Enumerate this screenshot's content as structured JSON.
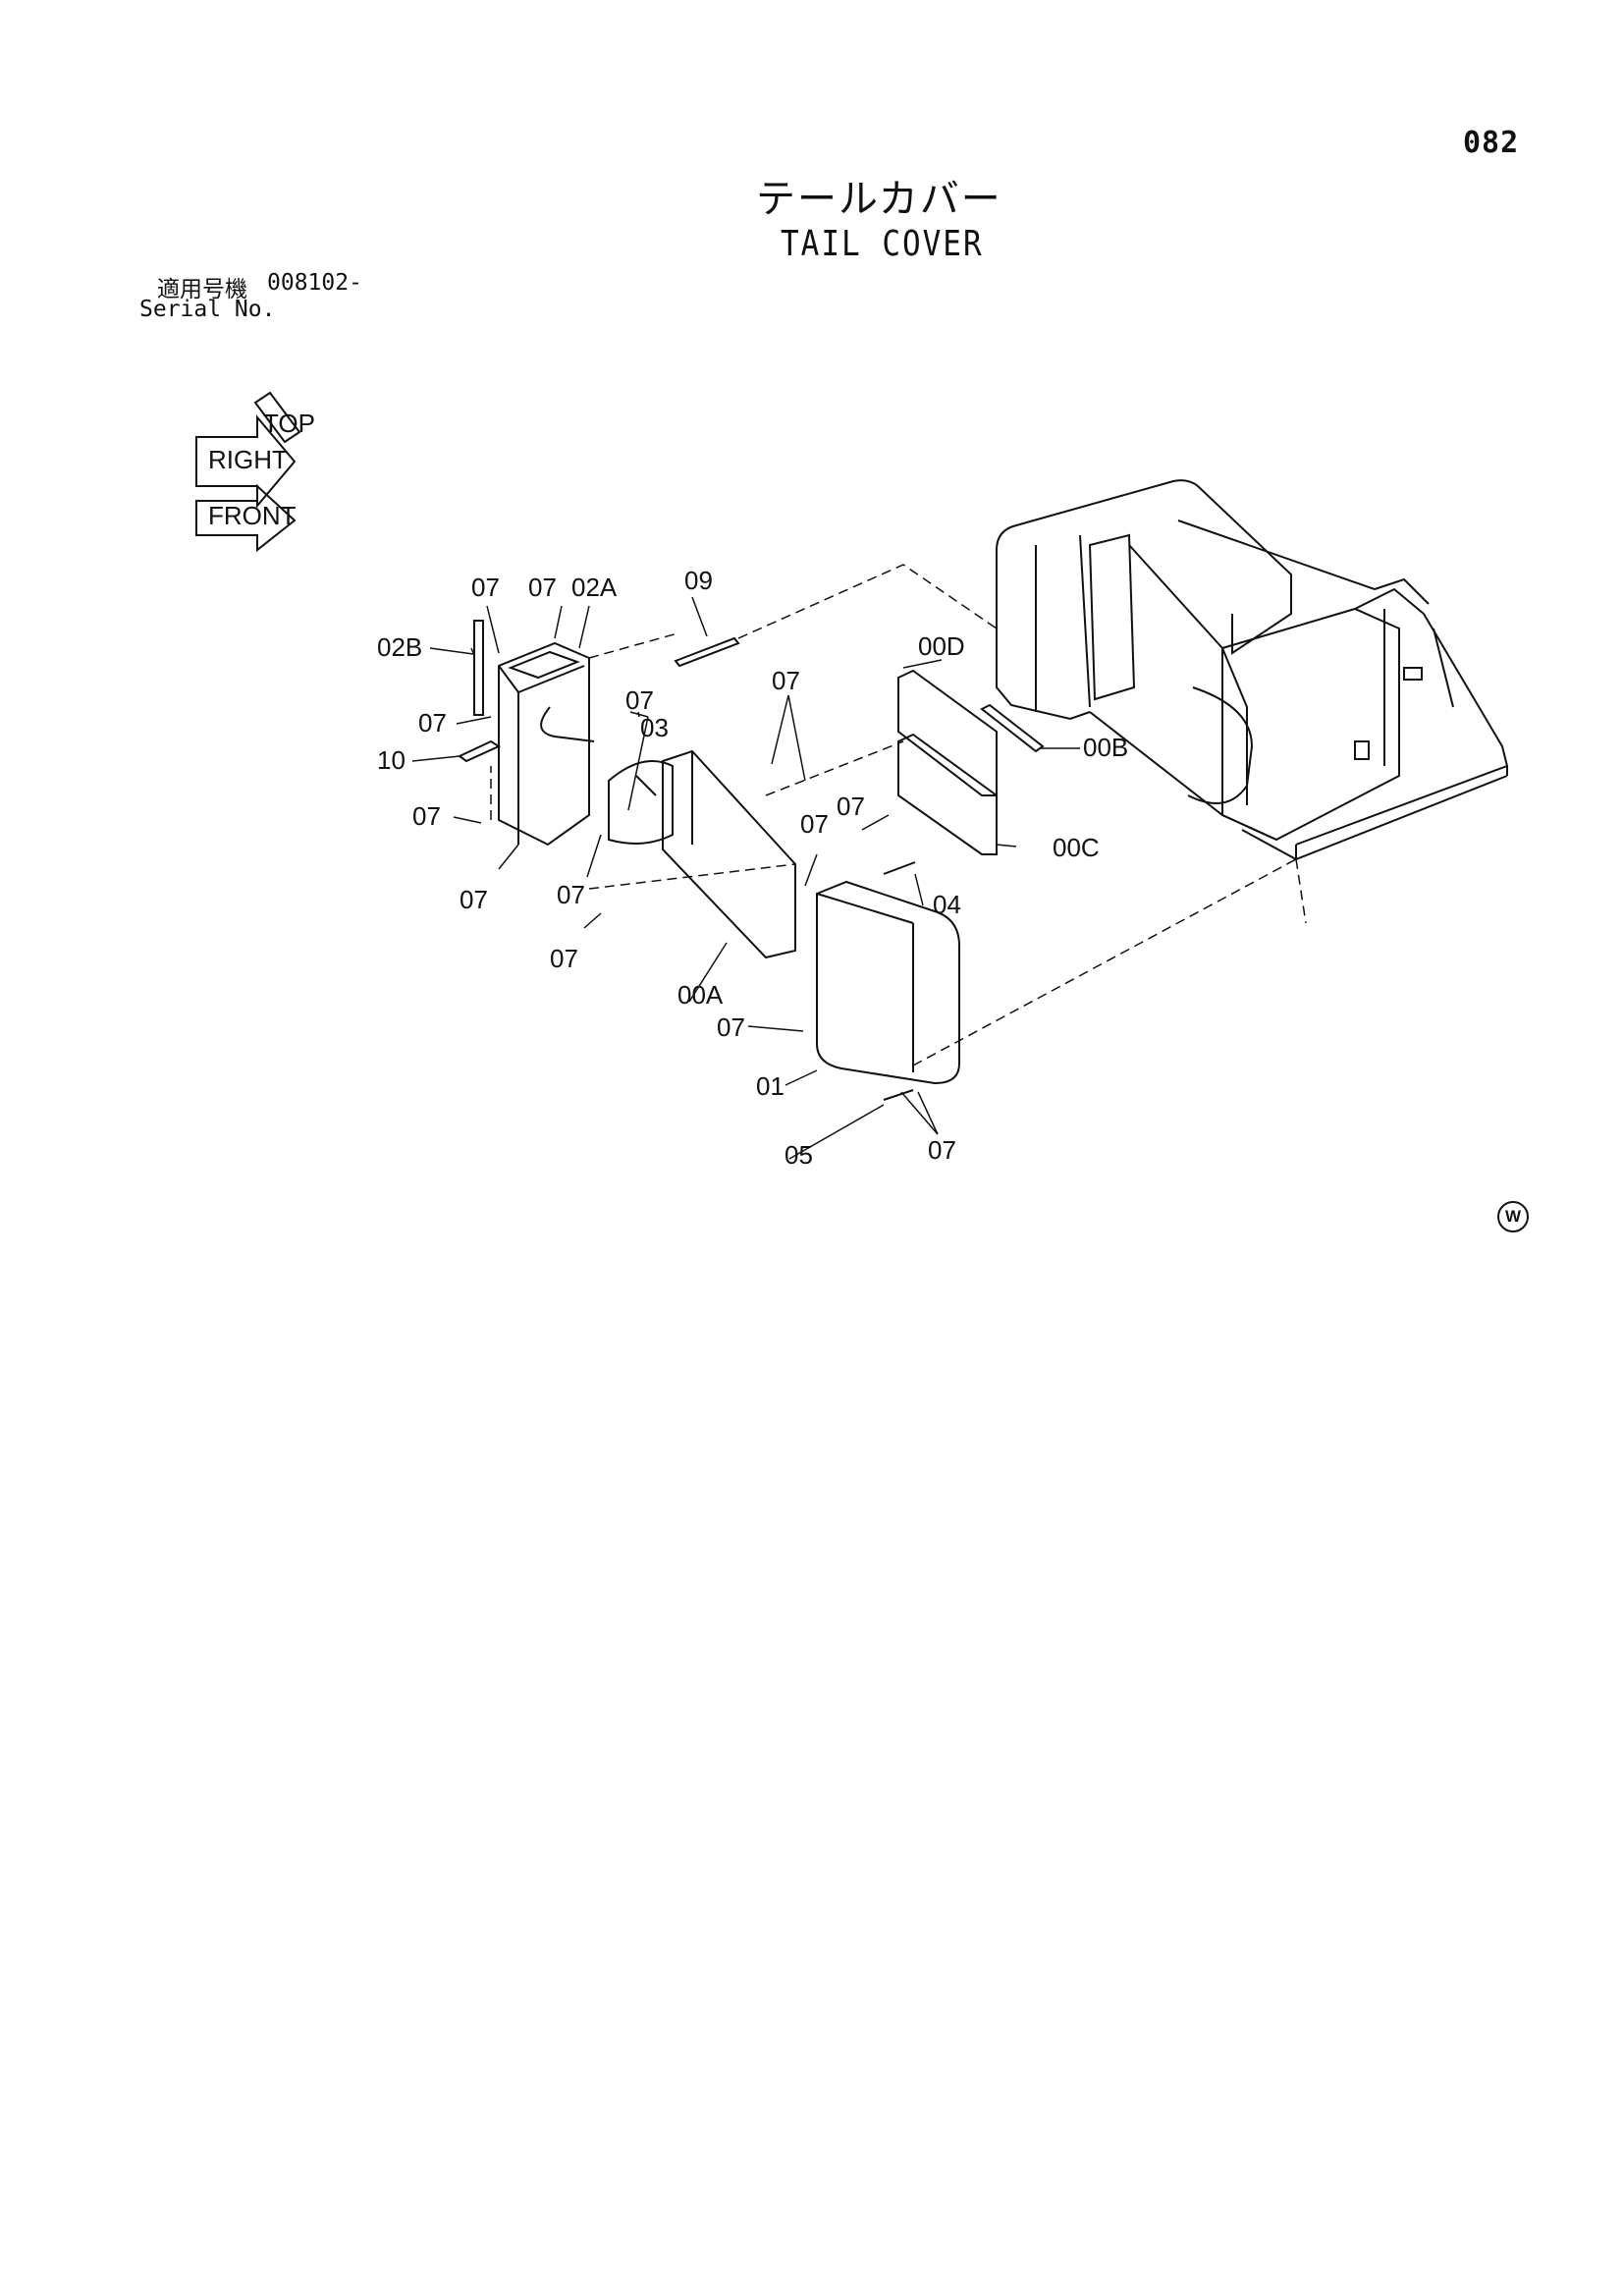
{
  "page_number": "082",
  "title_jp": "テールカバー",
  "title_en": "TAIL COVER",
  "serial": {
    "label_jp": "適用号機",
    "value": "008102-",
    "label_en": "Serial No."
  },
  "orientation_marks": [
    "RIGHT",
    "TOP",
    "FRONT"
  ],
  "watermark": "W",
  "callouts": {
    "c07_a": "07",
    "c07_b": "07",
    "c02A": "02A",
    "c09": "09",
    "c02B": "02B",
    "c07_c": "07",
    "c07_d": "07",
    "c03": "03",
    "c10": "10",
    "c07_e": "07",
    "c07_f": "07",
    "c07_g": "07",
    "c07_h": "07",
    "c07_i": "07",
    "c00D": "00D",
    "c00B": "00B",
    "c00C": "00C",
    "c07_j": "07",
    "c07_k": "07",
    "c04": "04",
    "c00A": "00A",
    "c07_l": "07",
    "c01": "01",
    "c05": "05",
    "c07_m": "07"
  }
}
